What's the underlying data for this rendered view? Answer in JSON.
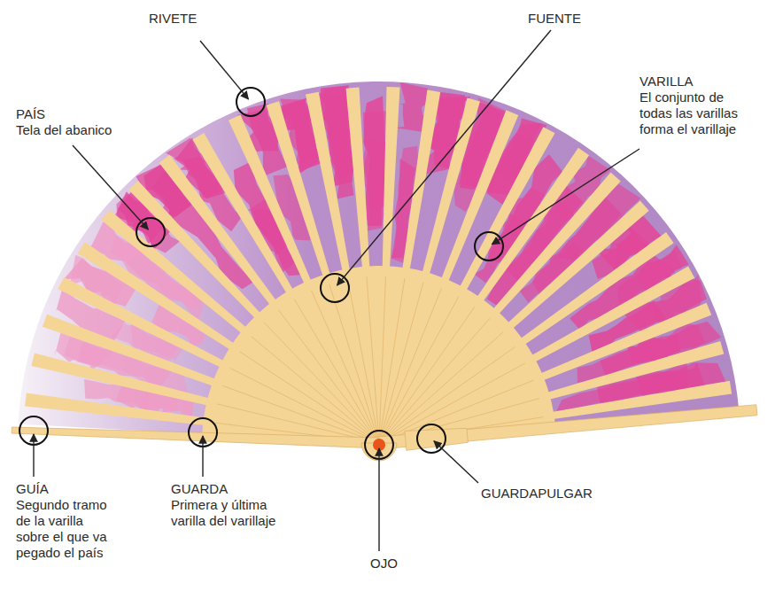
{
  "diagram": {
    "labels": [
      "RIVETE",
      "FUENTE",
      "VARILLA",
      "El conjunto de todas las varillas forma el varillaje",
      "PAÍS",
      "Tela del abanico",
      "GUÍA",
      "Segundo tramo de la varilla sobre el que va pegado el país",
      "GUARDA",
      "Primera y última varilla del varillaje",
      "OJO",
      "GUARDAPULGAR"
    ]
  }
}
